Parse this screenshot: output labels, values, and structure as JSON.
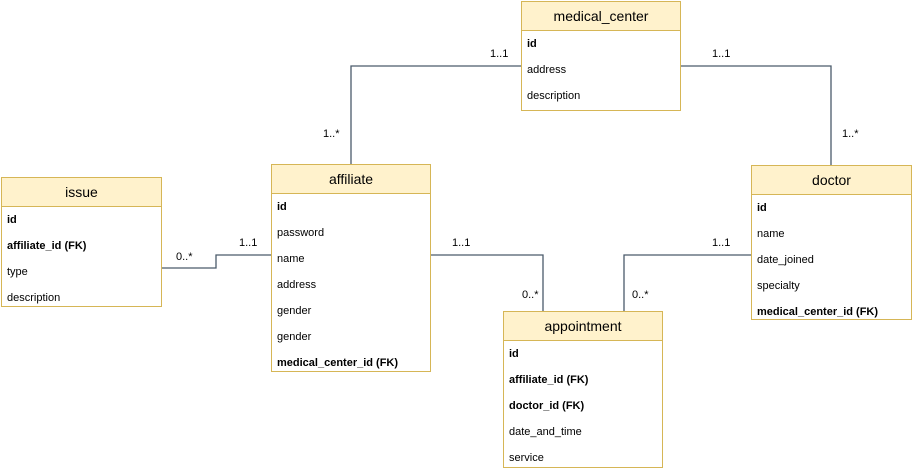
{
  "entities": {
    "medical_center": {
      "name": "medical_center",
      "attributes": [
        "id",
        "address",
        "description"
      ]
    },
    "issue": {
      "name": "issue",
      "attributes": [
        "id",
        "affiliate_id (FK)",
        "type",
        "description"
      ]
    },
    "affiliate": {
      "name": "affiliate",
      "attributes": [
        "id",
        "password",
        "name",
        "address",
        "gender",
        "gender",
        "medical_center_id (FK)"
      ]
    },
    "doctor": {
      "name": "doctor",
      "attributes": [
        "id",
        "name",
        "date_joined",
        "specialty",
        "medical_center_id (FK)"
      ]
    },
    "appointment": {
      "name": "appointment",
      "attributes": [
        "id",
        "affiliate_id (FK)",
        "doctor_id (FK)",
        "date_and_time",
        "service"
      ]
    }
  },
  "multiplicities": {
    "mc_affiliate_top": "1..1",
    "mc_affiliate_bottom": "1..*",
    "mc_doctor_top": "1..1",
    "mc_doctor_bottom": "1..*",
    "issue_end": "0..*",
    "affiliate_issue_end": "1..1",
    "affiliate_appt_end": "1..1",
    "appt_affiliate_end": "0..*",
    "appt_doctor_end": "0..*",
    "doctor_appt_end": "1..1"
  },
  "colors": {
    "header_fill": "#fff2cc",
    "border": "#d6b656",
    "connector": "#4a5b6b"
  }
}
